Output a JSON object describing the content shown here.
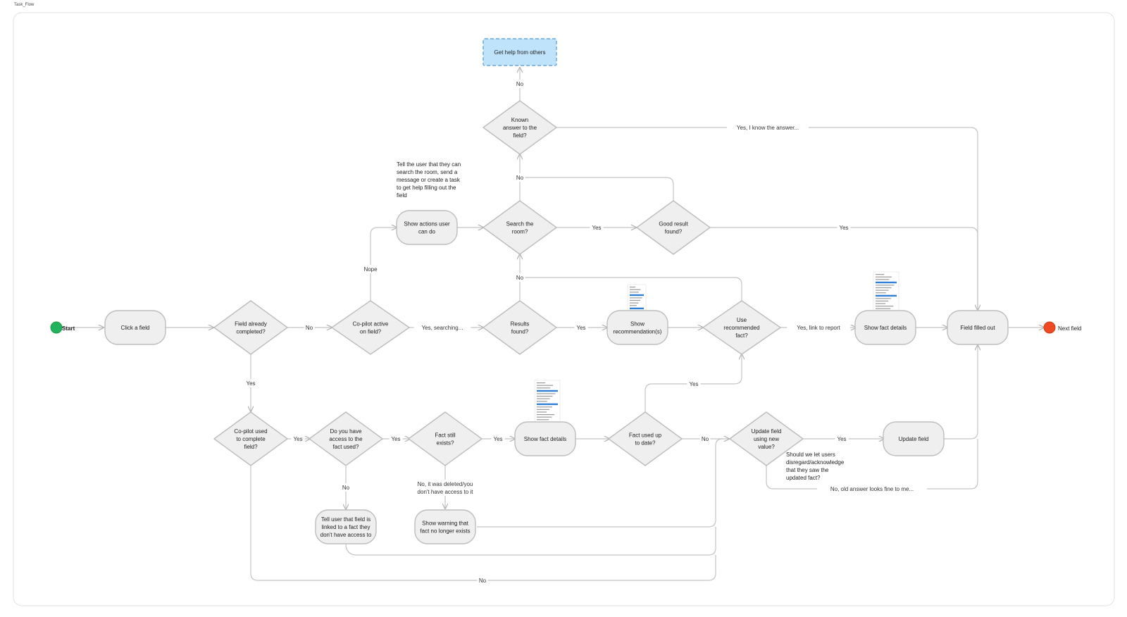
{
  "frame": {
    "label": "Task_Flow"
  },
  "colors": {
    "stroke": "#c4c4c4",
    "node_fill": "#efefef",
    "node_stroke": "#bdbdbd",
    "help_fill": "#bfe3fb",
    "help_stroke": "#6aa7d6",
    "start": "#22b35e",
    "end": "#ef4a24"
  },
  "nodes": [
    {
      "id": "start_dot",
      "shape": "dot",
      "color": "start",
      "lines": []
    },
    {
      "id": "click_field",
      "shape": "pill",
      "lines": [
        "Click a field"
      ]
    },
    {
      "id": "field_completed",
      "shape": "diamond",
      "lines": [
        "Field already",
        "completed?"
      ]
    },
    {
      "id": "copilot_active",
      "shape": "diamond",
      "lines": [
        "Co-pilot active",
        "on field?"
      ]
    },
    {
      "id": "results_found",
      "shape": "diamond",
      "lines": [
        "Results",
        "found?"
      ]
    },
    {
      "id": "show_recommendations",
      "shape": "pill",
      "lines": [
        "Show",
        "recommendation(s)"
      ]
    },
    {
      "id": "use_recommended",
      "shape": "diamond",
      "lines": [
        "Use",
        "recommended",
        "fact?"
      ]
    },
    {
      "id": "show_fact_details_top",
      "shape": "pill",
      "lines": [
        "Show fact details"
      ]
    },
    {
      "id": "field_filled_out",
      "shape": "pill",
      "lines": [
        "Field filled out"
      ]
    },
    {
      "id": "next_dot",
      "shape": "dot",
      "color": "end",
      "lines": []
    },
    {
      "id": "show_actions",
      "shape": "pill",
      "lines": [
        "Show actions user",
        "can do"
      ]
    },
    {
      "id": "search_room",
      "shape": "diamond",
      "lines": [
        "Search the",
        "room?"
      ]
    },
    {
      "id": "good_result",
      "shape": "diamond",
      "lines": [
        "Good result",
        "found?"
      ]
    },
    {
      "id": "known_answer",
      "shape": "diamond",
      "lines": [
        "Known",
        "answer to the",
        "field?"
      ]
    },
    {
      "id": "get_help",
      "shape": "help",
      "lines": [
        "Get help from others"
      ]
    },
    {
      "id": "copilot_used",
      "shape": "diamond",
      "lines": [
        "Co-pilot used",
        "to complete",
        "field?"
      ]
    },
    {
      "id": "have_access",
      "shape": "diamond",
      "lines": [
        "Do you have",
        "access to the",
        "fact used?"
      ]
    },
    {
      "id": "fact_exists",
      "shape": "diamond",
      "lines": [
        "Fact still",
        "exists?"
      ]
    },
    {
      "id": "show_fact_details_bottom",
      "shape": "pill",
      "lines": [
        "Show fact details"
      ]
    },
    {
      "id": "fact_up_to_date",
      "shape": "diamond",
      "lines": [
        "Fact used up",
        "to date?"
      ]
    },
    {
      "id": "update_field_q",
      "shape": "diamond",
      "lines": [
        "Update field",
        "using new",
        "value?"
      ]
    },
    {
      "id": "update_field",
      "shape": "pill",
      "lines": [
        "Update field"
      ]
    },
    {
      "id": "tell_user_no_access",
      "shape": "pill",
      "lines": [
        "Tell user that field is",
        "linked to a fact they",
        "don't have access to"
      ]
    },
    {
      "id": "show_warning",
      "shape": "pill",
      "lines": [
        "Show warning that",
        "fact no longer exists"
      ]
    }
  ],
  "terminals": [
    {
      "id": "start_label",
      "text": "Start"
    },
    {
      "id": "next_label",
      "text": "Next field"
    }
  ],
  "edge_labels": [
    {
      "id": "no_completed",
      "text": "No"
    },
    {
      "id": "yes_searching",
      "text": "Yes, searching..."
    },
    {
      "id": "yes_results",
      "text": "Yes"
    },
    {
      "id": "yes_link_report",
      "text": "Yes, link to report"
    },
    {
      "id": "nope",
      "text": "Nope"
    },
    {
      "id": "no_results",
      "text": "No"
    },
    {
      "id": "yes_search_room",
      "text": "Yes"
    },
    {
      "id": "yes_good_result",
      "text": "Yes"
    },
    {
      "id": "no_good_result",
      "text": "No"
    },
    {
      "id": "no_known",
      "text": "No"
    },
    {
      "id": "yes_know_answer",
      "text": "Yes, I know the answer..."
    },
    {
      "id": "yes_completed",
      "text": "Yes"
    },
    {
      "id": "yes_copilot_used",
      "text": "Yes"
    },
    {
      "id": "yes_access",
      "text": "Yes"
    },
    {
      "id": "yes_fact_exists",
      "text": "Yes"
    },
    {
      "id": "no_up_to_date",
      "text": "No"
    },
    {
      "id": "yes_up_to_date",
      "text": "Yes"
    },
    {
      "id": "yes_update",
      "text": "Yes"
    },
    {
      "id": "no_access",
      "text": "No"
    },
    {
      "id": "no_deleted_l1",
      "text": "No, it was deleted/you"
    },
    {
      "id": "no_deleted_l2",
      "text": "don't have access to it"
    },
    {
      "id": "no_old_answer",
      "text": "No, old answer looks fine to me..."
    },
    {
      "id": "no_copilot_used",
      "text": "No"
    }
  ],
  "notes": [
    {
      "id": "note_tell_user",
      "lines": [
        "Tell the user that they can",
        "search the room, send a",
        "message or create a task",
        "to get help filling out the",
        "field"
      ]
    },
    {
      "id": "note_should_we",
      "lines": [
        "Should we let users",
        "disregard/acknowledge",
        "that they saw the",
        "updated fact?"
      ]
    }
  ]
}
